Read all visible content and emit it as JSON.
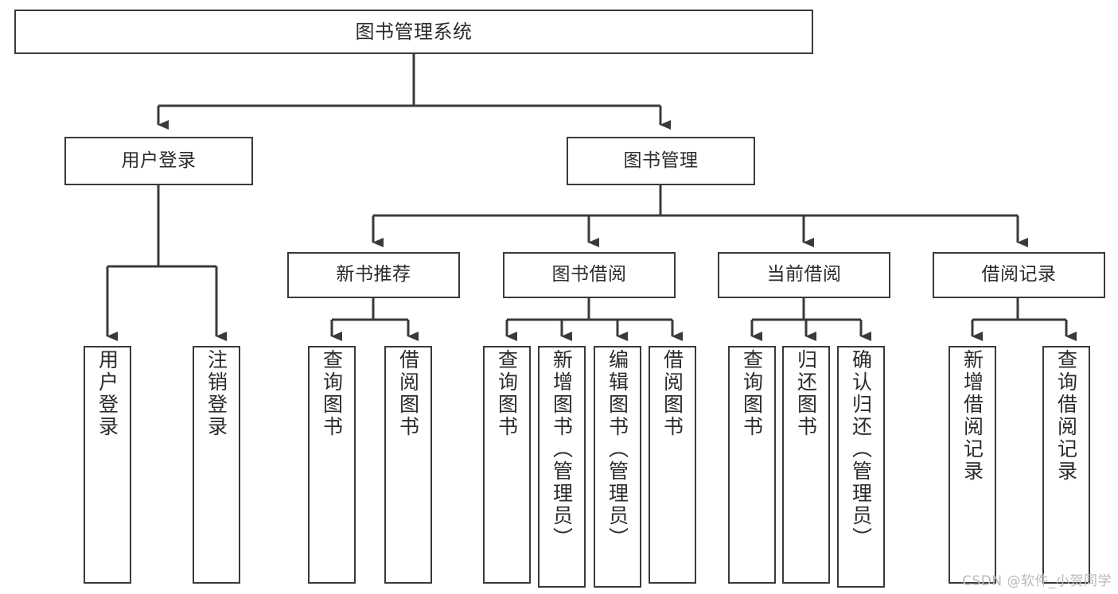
{
  "diagram": {
    "title": "图书管理系统",
    "type": "tree",
    "watermark": "CSDN @软件_小贺同学",
    "colors": {
      "stroke": "#3a3a3a",
      "fill": "#ffffff",
      "text": "#2b2b2b",
      "watermark": "#b9b9b9",
      "background": "#ffffff"
    },
    "nodes": {
      "root": {
        "label": "图书管理系统"
      },
      "level2": [
        {
          "label": "用户登录"
        },
        {
          "label": "图书管理"
        }
      ],
      "level3": [
        {
          "label": "新书推荐"
        },
        {
          "label": "图书借阅"
        },
        {
          "label": "当前借阅"
        },
        {
          "label": "借阅记录"
        }
      ],
      "leaves": {
        "user_login": [
          {
            "label": "用户登录"
          },
          {
            "label": "注销登录"
          }
        ],
        "new_book": [
          {
            "label": "查询图书"
          },
          {
            "label": "借阅图书"
          }
        ],
        "borrow_book": [
          {
            "label": "查询图书"
          },
          {
            "label": "新增图书（管理员）"
          },
          {
            "label": "编辑图书（管理员）"
          },
          {
            "label": "借阅图书"
          }
        ],
        "current_borrow": [
          {
            "label": "查询图书"
          },
          {
            "label": "归还图书"
          },
          {
            "label": "确认归还（管理员）"
          }
        ],
        "borrow_record": [
          {
            "label": "新增借阅记录"
          },
          {
            "label": "查询借阅记录"
          }
        ]
      }
    }
  }
}
